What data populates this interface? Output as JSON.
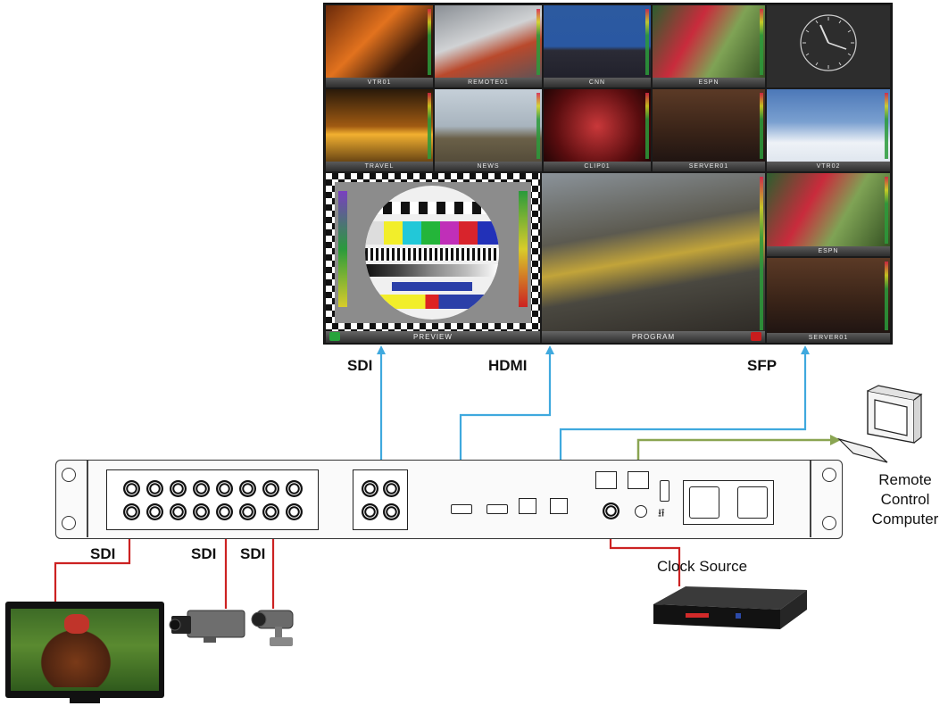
{
  "multiviewer": {
    "tiles": [
      "VTR01",
      "REMOTE01",
      "CNN",
      "ESPN",
      "TRAVEL",
      "NEWS",
      "CLIP01",
      "SERVER01",
      "VTR02",
      "ESPN",
      "SERVER01"
    ],
    "preview_label": "PREVIEW",
    "program_label": "PROGRAM"
  },
  "signals": {
    "sdi_out": "SDI",
    "hdmi_out": "HDMI",
    "sfp_out": "SFP",
    "sdi_in_1": "SDI",
    "sdi_in_2": "SDI",
    "sdi_in_3": "SDI"
  },
  "devices": {
    "remote_computer": [
      "Remote",
      "Control",
      "Computer"
    ],
    "clock_source": "Clock Source"
  },
  "colors": {
    "output_lines": "#3fa9de",
    "input_lines": "#cc2222",
    "network_line": "#8aa552"
  }
}
